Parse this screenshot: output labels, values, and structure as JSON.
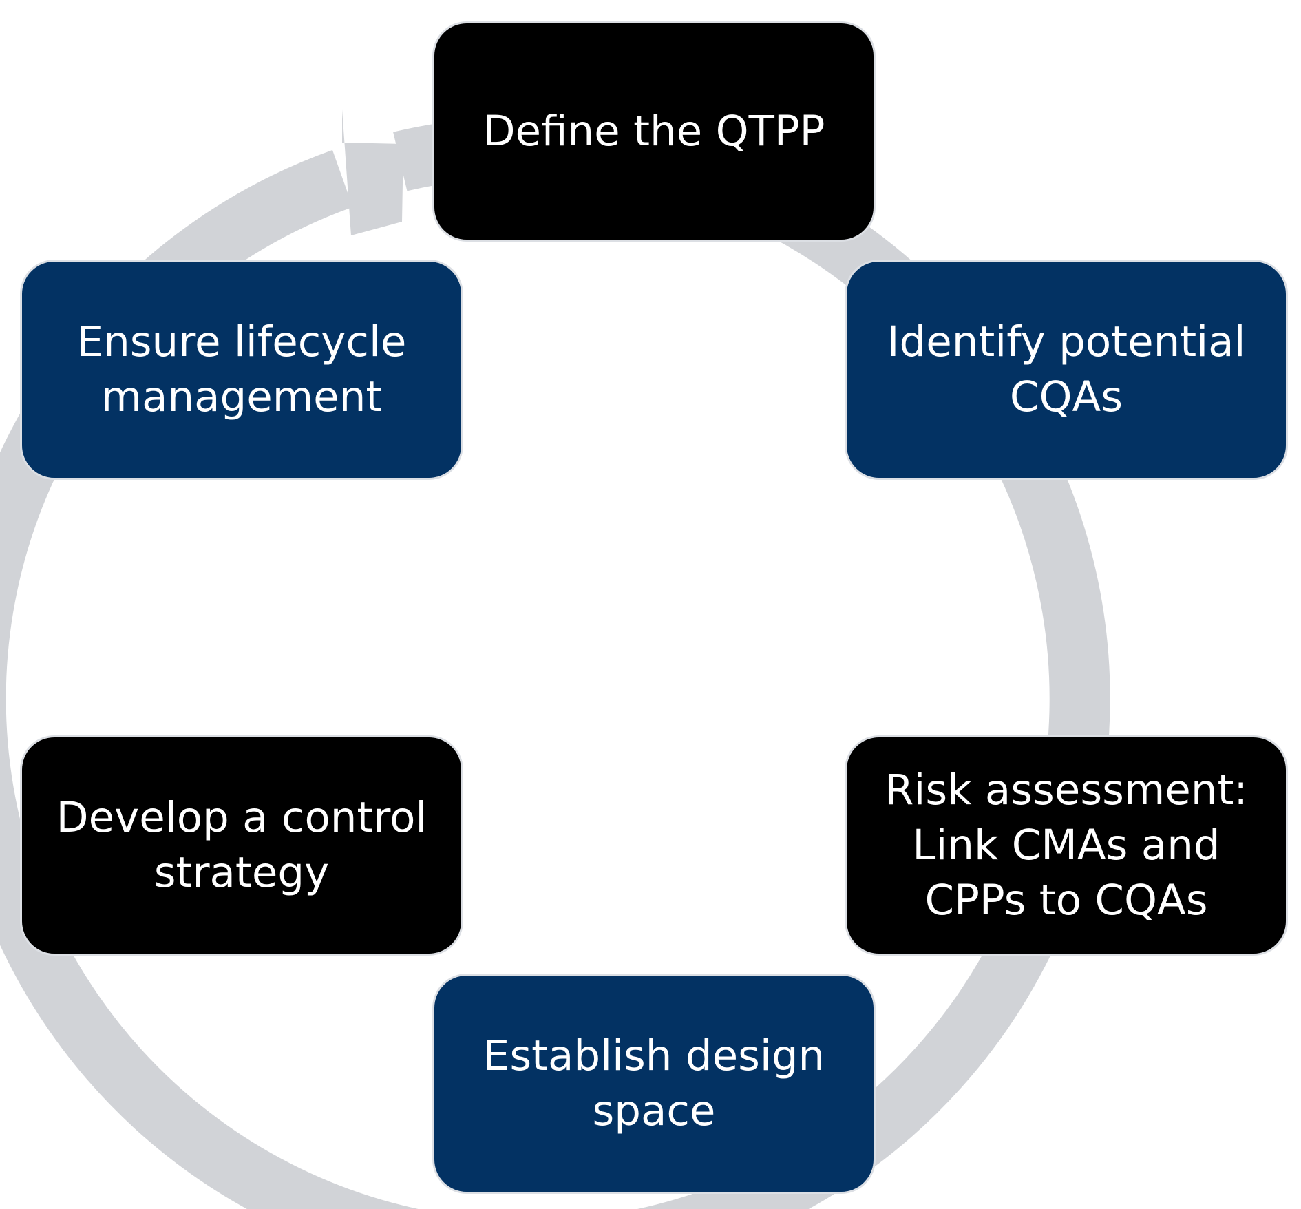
{
  "diagram": {
    "ring_color": "#d1d3d7",
    "box_colors": {
      "black": "#000000",
      "navy": "#033263",
      "text": "#ffffff"
    },
    "steps": [
      {
        "label": "Define the QTPP",
        "color": "black"
      },
      {
        "label": "Identify potential\nCQAs",
        "color": "navy"
      },
      {
        "label": "Risk assessment:\nLink CMAs and\nCPPs to CQAs",
        "color": "black"
      },
      {
        "label": "Establish design\nspace",
        "color": "navy"
      },
      {
        "label": "Develop a control\nstrategy",
        "color": "black"
      },
      {
        "label": "Ensure lifecycle\nmanagement",
        "color": "navy"
      }
    ]
  }
}
